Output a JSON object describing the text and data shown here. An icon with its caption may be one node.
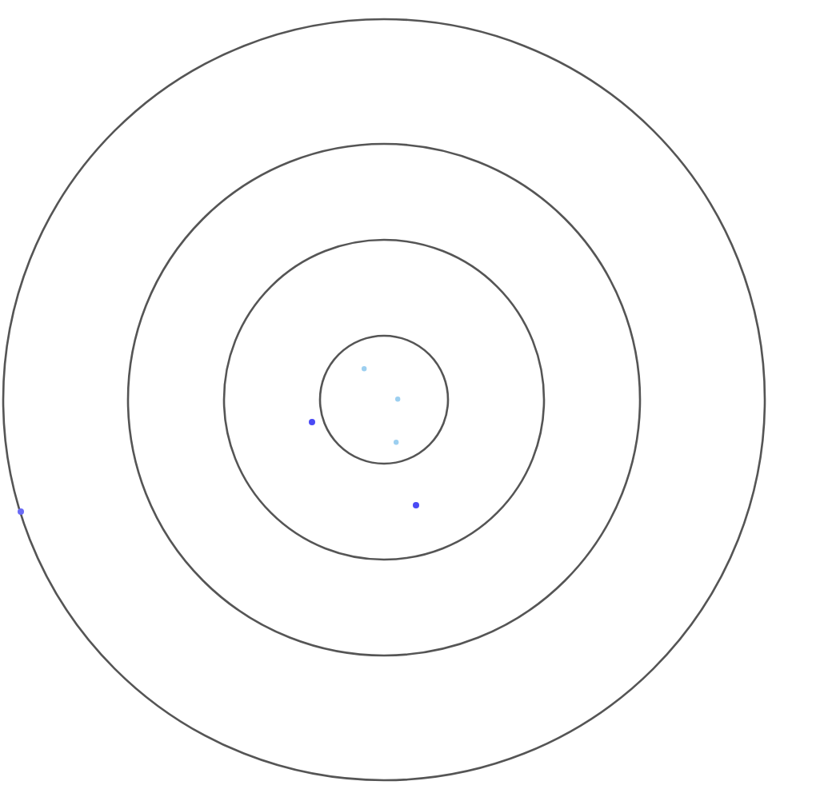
{
  "diagram": {
    "nodes": [
      {
        "text": [],
        "shape": "circle"
      },
      {
        "text": [],
        "shape": "circle",
        "in": 0
      },
      {
        "text": [],
        "shape": "circle",
        "in": 1
      },
      {
        "text": [],
        "shape": "circle",
        "in": 2
      },
      {
        "text": [],
        "shape": "dot",
        "in": 3
      },
      {
        "text": [],
        "shape": "dot",
        "in": 3
      },
      {
        "text": [],
        "shape": "dot",
        "in": 3
      },
      {
        "text": [],
        "shape": "dot",
        "in": 2
      },
      {
        "text": [],
        "shape": "dot",
        "in": 2
      },
      {
        "text": [],
        "shape": "dot",
        "in": 0
      }
    ]
  }
}
